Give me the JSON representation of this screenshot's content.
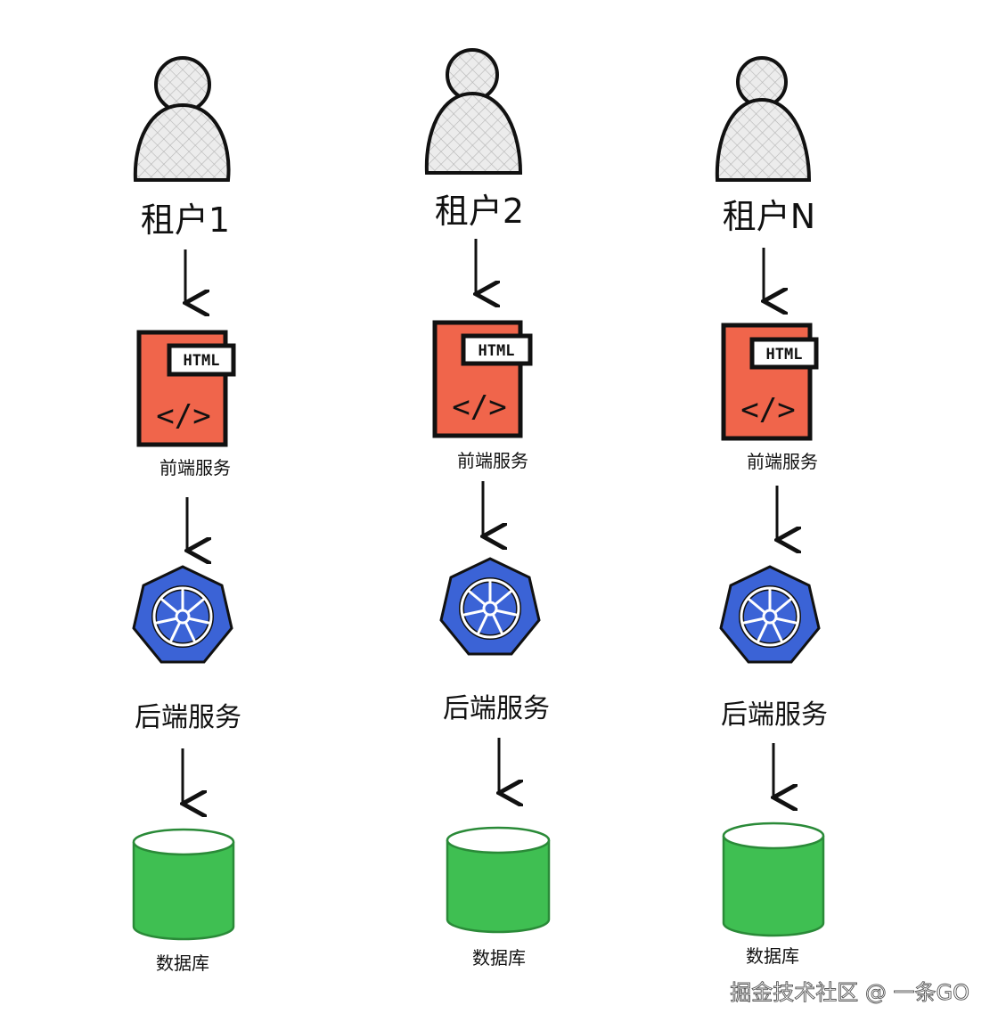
{
  "tenants": [
    {
      "name": "租户1",
      "frontend": {
        "badge": "HTML",
        "glyph": "</>",
        "label": "前端服务"
      },
      "backend": {
        "label": "后端服务"
      },
      "database": {
        "label": "数据库"
      }
    },
    {
      "name": "租户2",
      "frontend": {
        "badge": "HTML",
        "glyph": "</>",
        "label": "前端服务"
      },
      "backend": {
        "label": "后端服务"
      },
      "database": {
        "label": "数据库"
      }
    },
    {
      "name": "租户N",
      "frontend": {
        "badge": "HTML",
        "glyph": "</>",
        "label": "前端服务"
      },
      "backend": {
        "label": "后端服务"
      },
      "database": {
        "label": "数据库"
      }
    }
  ],
  "watermark": "掘金技术社区 @ 一条GO",
  "colors": {
    "frontend": "#f0654b",
    "backend": "#3b63d6",
    "database": "#3fbf52",
    "user": "#e6e6e6"
  },
  "icons": {
    "tenant": "user-icon",
    "frontend": "html-file-icon",
    "backend": "kubernetes-icon",
    "database": "database-cylinder-icon"
  }
}
